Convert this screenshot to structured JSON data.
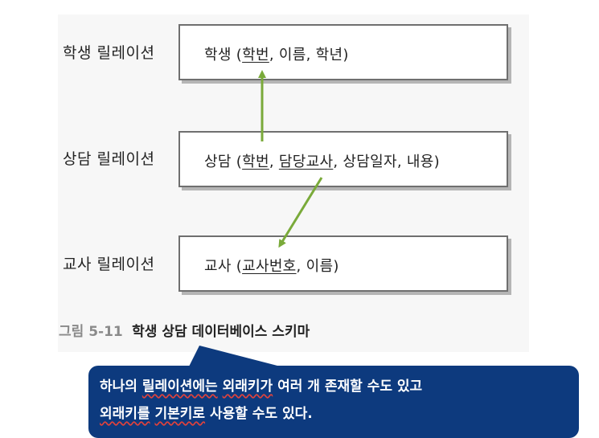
{
  "relations": [
    {
      "label": "학생 릴레이션",
      "name": "학생",
      "paren_open": " (",
      "attributes": [
        {
          "text": "학번",
          "key": true
        },
        {
          "text": ", ",
          "key": false
        },
        {
          "text": "이름",
          "key": false
        },
        {
          "text": ", ",
          "key": false
        },
        {
          "text": "학년",
          "key": false
        }
      ],
      "paren_close": ")"
    },
    {
      "label": "상담 릴레이션",
      "name": "상담",
      "paren_open": " (",
      "attributes": [
        {
          "text": "학번",
          "key": true
        },
        {
          "text": ", ",
          "key": false
        },
        {
          "text": "담당교사",
          "key": true
        },
        {
          "text": ", ",
          "key": false
        },
        {
          "text": "상담일자",
          "key": false
        },
        {
          "text": ", ",
          "key": false
        },
        {
          "text": "내용",
          "key": false
        }
      ],
      "paren_close": ")"
    },
    {
      "label": "교사 릴레이션",
      "name": "교사",
      "paren_open": " (",
      "attributes": [
        {
          "text": "교사번호",
          "key": true
        },
        {
          "text": ", ",
          "key": false
        },
        {
          "text": "이름",
          "key": false
        }
      ],
      "paren_close": ")"
    }
  ],
  "caption": {
    "number": "그림 5-11",
    "title": "학생 상담 데이터베이스 스키마"
  },
  "callout": {
    "line1_parts": [
      {
        "text": "하나의 ",
        "wavy": false
      },
      {
        "text": "릴레이션에는",
        "wavy": true
      },
      {
        "text": " ",
        "wavy": false
      },
      {
        "text": "외래키가",
        "wavy": true
      },
      {
        "text": " 여러 개 존재할 수도 있고",
        "wavy": false
      }
    ],
    "line2_parts": [
      {
        "text": "외래키를",
        "wavy": true
      },
      {
        "text": " ",
        "wavy": false
      },
      {
        "text": "기본키로",
        "wavy": true
      },
      {
        "text": " 사용할 수도 있다.",
        "wavy": false
      }
    ]
  },
  "colors": {
    "arrow": "#7aaa3a",
    "callout_bg": "#0d3a7e",
    "box_border": "#6f6f6f"
  }
}
